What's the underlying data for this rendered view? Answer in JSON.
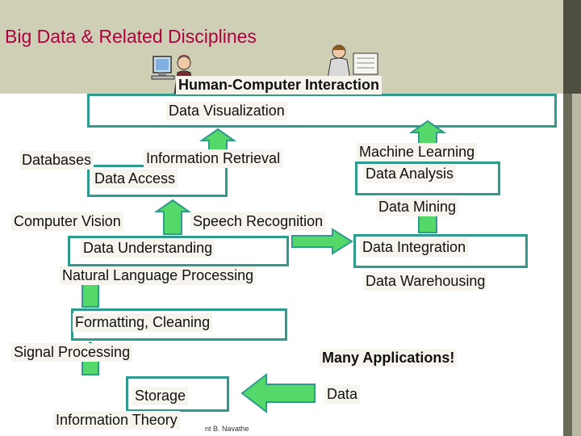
{
  "title": "Big Data & Related Disciplines",
  "labels": {
    "hci": "Human-Computer Interaction",
    "data_visualization": "Data Visualization",
    "databases": "Databases",
    "information_retrieval": "Information Retrieval",
    "data_access": "Data Access",
    "machine_learning": "Machine Learning",
    "data_analysis": "Data Analysis",
    "computer_vision": "Computer Vision",
    "speech_recognition": "Speech Recognition",
    "data_mining": "Data Mining",
    "data_understanding": "Data Understanding",
    "data_integration": "Data Integration",
    "nlp": "Natural Language Processing",
    "data_warehousing": "Data Warehousing",
    "formatting_cleaning": "Formatting, Cleaning",
    "signal_processing": "Signal Processing",
    "many_applications": "Many Applications!",
    "storage": "Storage",
    "data": "Data",
    "information_theory": "Information Theory"
  },
  "credit": "nt B. Navathe",
  "colors": {
    "title": "#b00040",
    "box_border": "#2f9a8e",
    "arrow_fill": "#55d86a",
    "arrow_stroke": "#2f9a8e",
    "header_bg": "#cfcfb6"
  },
  "icons": [
    "person-computer-clipart",
    "person-reading-clipart"
  ]
}
